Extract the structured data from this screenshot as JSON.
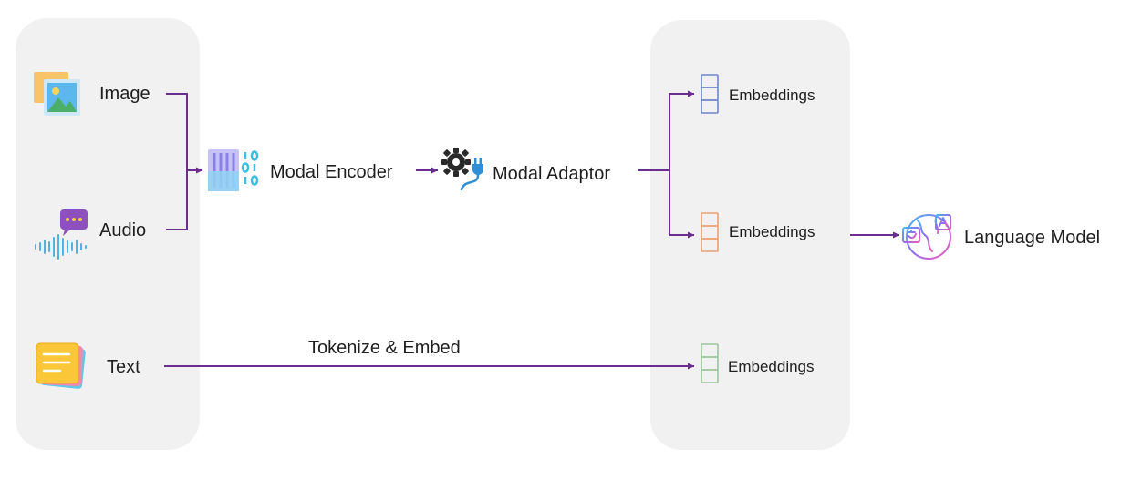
{
  "inputs": {
    "image": {
      "label": "Image",
      "icon": "image-icon"
    },
    "audio": {
      "label": "Audio",
      "icon": "audio-icon"
    },
    "text": {
      "label": "Text",
      "icon": "sticky-notes-icon"
    }
  },
  "pipeline": {
    "encoder": {
      "label": "Modal Encoder",
      "icon": "encoder-icon"
    },
    "adaptor": {
      "label": "Modal Adaptor",
      "icon": "gear-plug-icon"
    },
    "tokenize": {
      "label": "Tokenize & Embed"
    }
  },
  "embeddings": [
    {
      "label": "Embeddings",
      "color": "#6f86c9"
    },
    {
      "label": "Embeddings",
      "color": "#e8a172"
    },
    {
      "label": "Embeddings",
      "color": "#9cc79a"
    }
  ],
  "output": {
    "label": "Language Model",
    "icon": "translate-globe-icon"
  },
  "colors": {
    "arrow": "#6c2d91",
    "panel": "#f1f1f2"
  }
}
